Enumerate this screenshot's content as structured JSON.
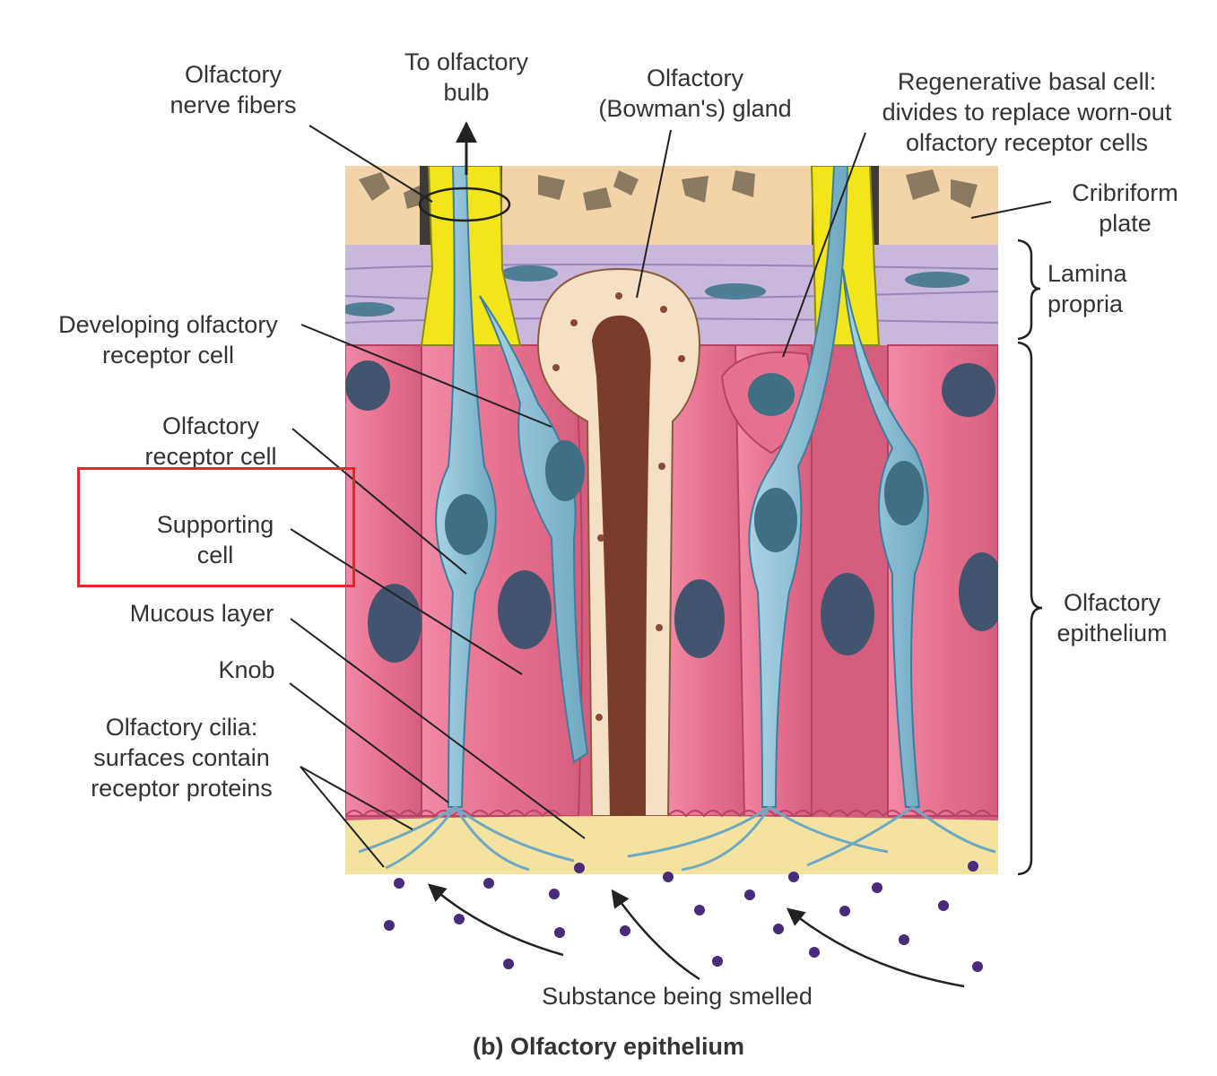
{
  "labels": {
    "olfactory_nerve_fibers": [
      "Olfactory",
      "nerve fibers"
    ],
    "to_olfactory_bulb": [
      "To olfactory",
      "bulb"
    ],
    "bowmans_gland": [
      "Olfactory",
      "(Bowman's) gland"
    ],
    "regenerative_basal_cell": [
      "Regenerative basal cell:",
      "divides to replace worn-out",
      "olfactory receptor cells"
    ],
    "cribriform_plate": [
      "Cribriform",
      "plate"
    ],
    "lamina_propria": [
      "Lamina",
      "propria"
    ],
    "developing_receptor_cell": [
      "Developing olfactory",
      "receptor cell"
    ],
    "olfactory_receptor_cell": [
      "Olfactory",
      "receptor cell"
    ],
    "supporting_cell": [
      "Supporting",
      "cell"
    ],
    "mucous_layer": [
      "Mucous layer"
    ],
    "knob": [
      "Knob"
    ],
    "olfactory_cilia": [
      "Olfactory cilia:",
      "surfaces contain",
      "receptor proteins"
    ],
    "olfactory_epithelium": [
      "Olfactory",
      "epithelium"
    ],
    "substance_being_smelled": [
      "Substance being smelled"
    ]
  },
  "caption": "(b) Olfactory epithelium",
  "highlighted_label": "supporting_cell",
  "colors": {
    "highlight_box": "#e3262b",
    "supporting_cell": "#e8708f",
    "receptor_cell": "#8fc2d8",
    "nucleus": "#3f6f84",
    "nerve_fiber": "#f2e51a",
    "lamina_propria": "#c9b8dc",
    "cribriform_plate": "#f3d3a8",
    "gland_duct": "#7a3d2a",
    "mucus": "#f4e2a0",
    "odor_molecule": "#4a2a7a"
  }
}
